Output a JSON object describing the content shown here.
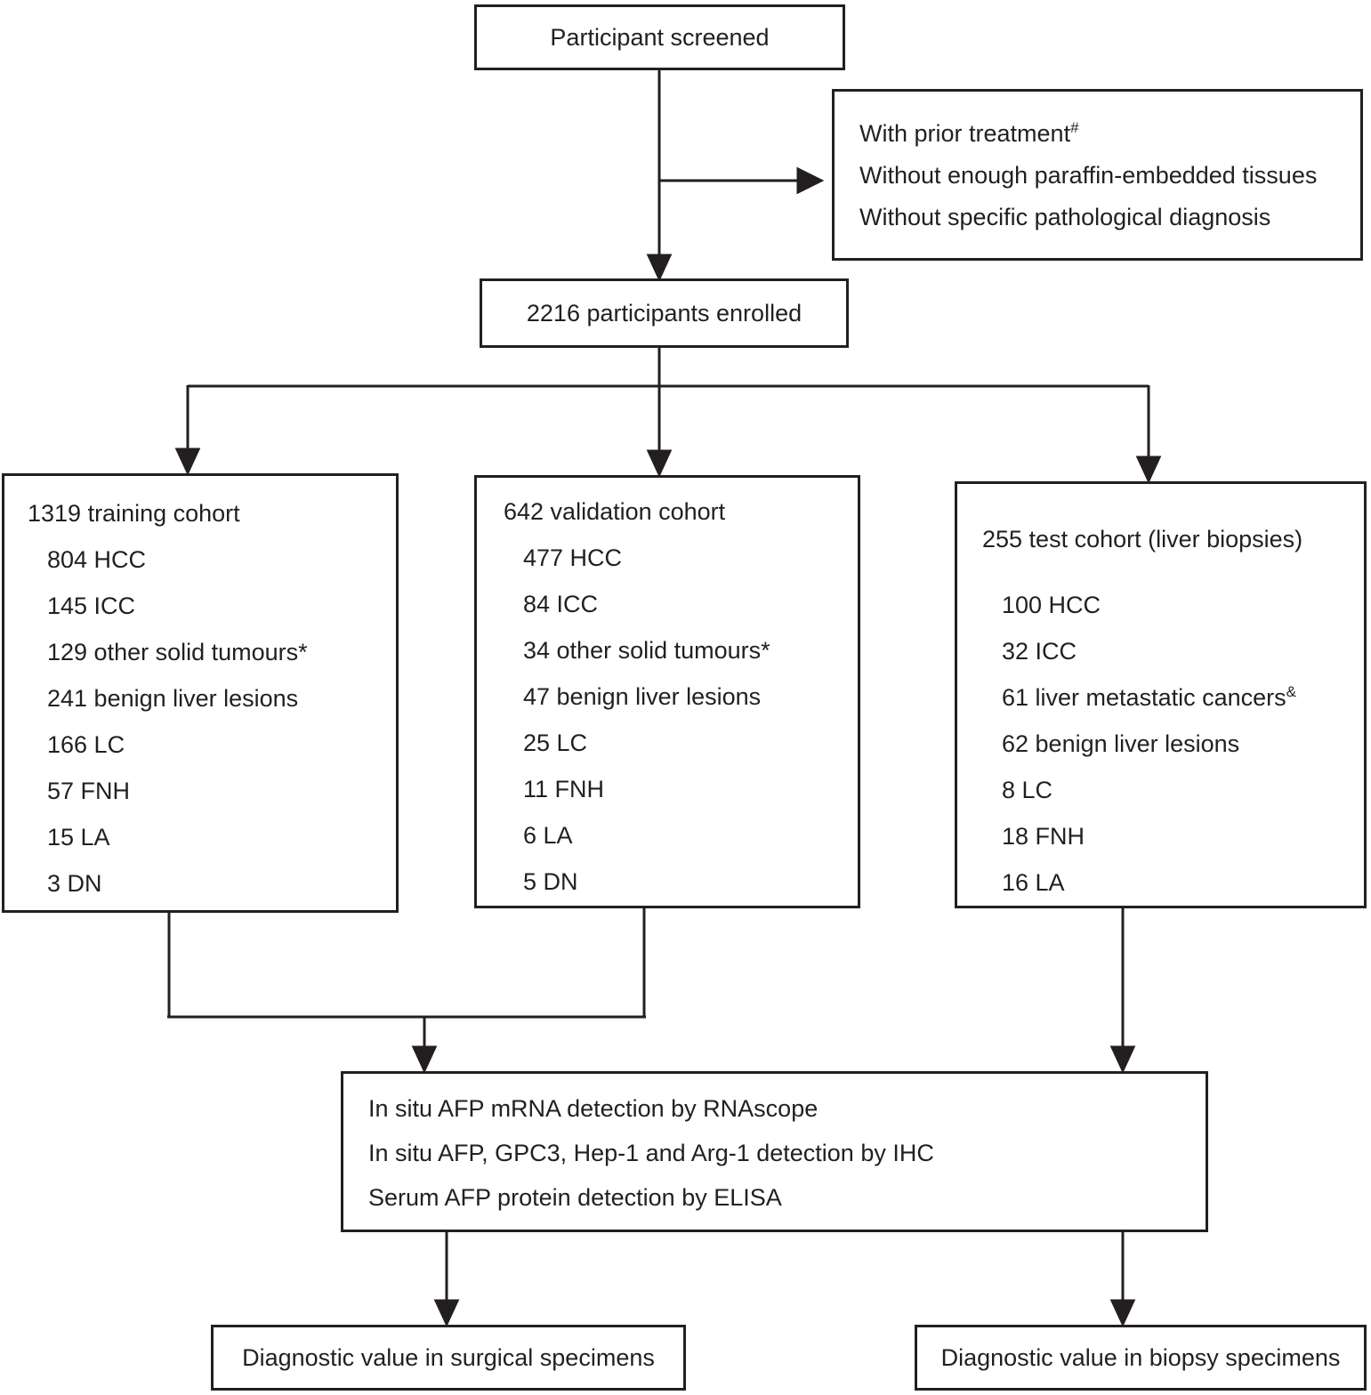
{
  "colors": {
    "ink": "#231f20",
    "background": "#ffffff"
  },
  "screened": {
    "label": "Participant screened"
  },
  "exclusions": {
    "items": [
      {
        "text": "With prior treatment",
        "sup": "#"
      },
      {
        "text": "Without enough paraffin-embedded tissues",
        "sup": ""
      },
      {
        "text": "Without specific pathological diagnosis",
        "sup": ""
      }
    ]
  },
  "enrolled": {
    "label": "2216 participants enrolled"
  },
  "training": {
    "title": "1319 training cohort",
    "items": [
      {
        "text": "804 HCC",
        "sup": ""
      },
      {
        "text": "145 ICC",
        "sup": ""
      },
      {
        "text": "129 other solid tumours*",
        "sup": ""
      },
      {
        "text": "241 benign liver lesions",
        "sup": ""
      },
      {
        "text": "166 LC",
        "sup": ""
      },
      {
        "text": "57 FNH",
        "sup": ""
      },
      {
        "text": "15 LA",
        "sup": ""
      },
      {
        "text": "3 DN",
        "sup": ""
      }
    ]
  },
  "validation": {
    "title": "642 validation cohort",
    "items": [
      {
        "text": "477 HCC",
        "sup": ""
      },
      {
        "text": "84 ICC",
        "sup": ""
      },
      {
        "text": "34 other solid tumours*",
        "sup": ""
      },
      {
        "text": "47 benign liver lesions",
        "sup": ""
      },
      {
        "text": "25 LC",
        "sup": ""
      },
      {
        "text": "11 FNH",
        "sup": ""
      },
      {
        "text": "6 LA",
        "sup": ""
      },
      {
        "text": "5 DN",
        "sup": ""
      }
    ]
  },
  "test": {
    "title": "255 test cohort (liver biopsies)",
    "items": [
      {
        "text": "100 HCC",
        "sup": ""
      },
      {
        "text": "32 ICC",
        "sup": ""
      },
      {
        "text": "61 liver metastatic cancers",
        "sup": "&"
      },
      {
        "text": "62 benign liver lesions",
        "sup": ""
      },
      {
        "text": "8 LC",
        "sup": ""
      },
      {
        "text": "18 FNH",
        "sup": ""
      },
      {
        "text": "16 LA",
        "sup": ""
      }
    ]
  },
  "methods": {
    "items": [
      "In situ AFP mRNA detection by RNAscope",
      "In situ AFP, GPC3, Hep-1 and Arg-1 detection by IHC",
      "Serum AFP protein detection by ELISA"
    ]
  },
  "outcomes": {
    "left": "Diagnostic value in surgical specimens",
    "right": "Diagnostic value in biopsy specimens"
  }
}
